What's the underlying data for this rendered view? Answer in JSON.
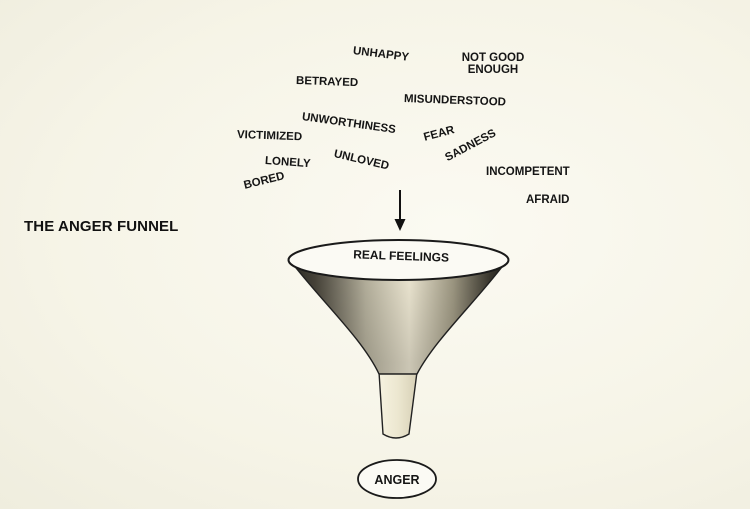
{
  "title": "THE ANGER FUNNEL",
  "feeling_words": [
    "UNHAPPY",
    "NOT GOOD ENOUGH",
    "BETRAYED",
    "MISUNDERSTOOD",
    "UNWORTHINESS",
    "VICTIMIZED",
    "FEAR",
    "UNLOVED",
    "LONELY",
    "SADNESS",
    "INCOMPETENT",
    "BORED",
    "AFRAID"
  ],
  "funnel_label": "REAL FEELINGS",
  "output_label": "ANGER"
}
